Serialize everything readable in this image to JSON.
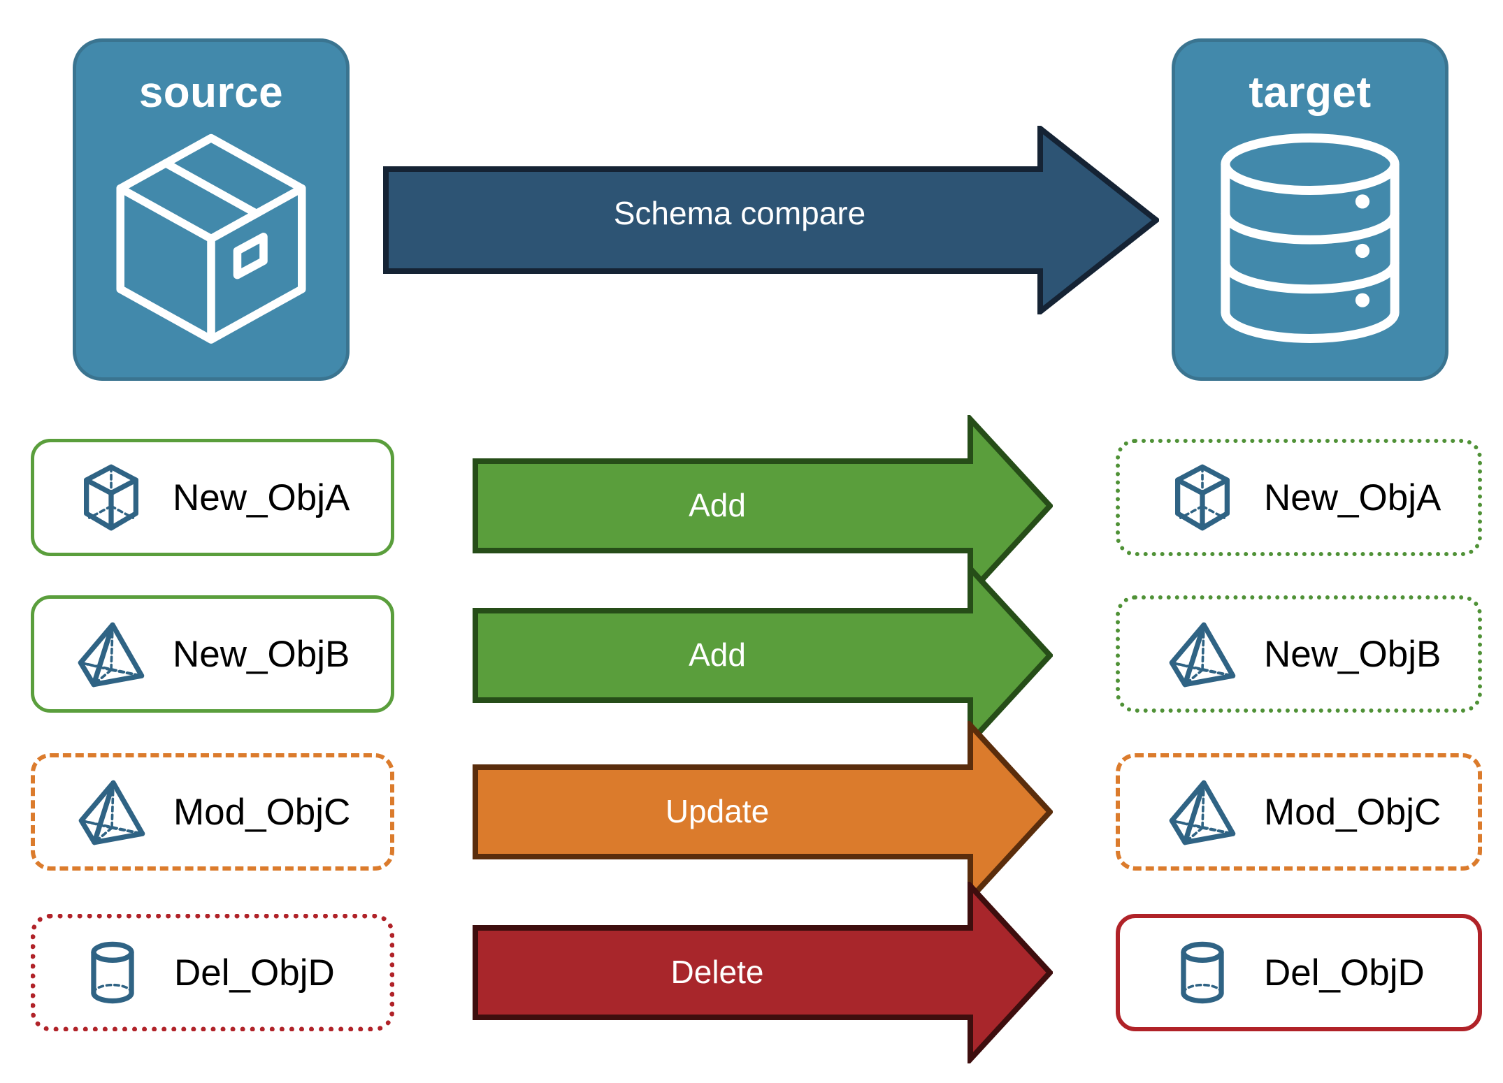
{
  "diagram": {
    "title_alt": "Schema compare between source and target",
    "endpoints": [
      {
        "id": "source",
        "label": "source",
        "icon": "package-box-icon"
      },
      {
        "id": "target",
        "label": "target",
        "icon": "database-cylinder-icon"
      }
    ],
    "main_arrow": {
      "label": "Schema compare",
      "fill": "#2D5474",
      "stroke": "#152334",
      "direction": "left-to-right"
    },
    "rows": [
      {
        "action": "Add",
        "source_label": "New_ObjA",
        "source_icon": "wireframe-cube-icon",
        "source_border_style": "solid",
        "source_border_color": "#5A9E3C",
        "target_label": "New_ObjA",
        "target_icon": "wireframe-cube-icon",
        "target_border_style": "dotted",
        "target_border_color": "#4F9136",
        "arrow_fill": "#5A9E3C",
        "arrow_stroke": "#264D18"
      },
      {
        "action": "Add",
        "source_label": "New_ObjB",
        "source_icon": "wireframe-pyramid-icon",
        "source_border_style": "solid",
        "source_border_color": "#5A9E3C",
        "target_label": "New_ObjB",
        "target_icon": "wireframe-pyramid-icon",
        "target_border_style": "dotted",
        "target_border_color": "#4F9136",
        "arrow_fill": "#5A9E3C",
        "arrow_stroke": "#264D18"
      },
      {
        "action": "Update",
        "source_label": "Mod_ObjC",
        "source_icon": "wireframe-pyramid-icon",
        "source_border_style": "dashed",
        "source_border_color": "#DB7B2C",
        "target_label": "Mod_ObjC",
        "target_icon": "wireframe-pyramid-icon",
        "target_border_style": "dashed",
        "target_border_color": "#DB7B2C",
        "arrow_fill": "#DB7B2C",
        "arrow_stroke": "#5A2D0C"
      },
      {
        "action": "Delete",
        "source_label": "Del_ObjD",
        "source_icon": "wireframe-cylinder-icon",
        "source_border_style": "dotted",
        "source_border_color": "#B02228",
        "target_label": "Del_ObjD",
        "target_icon": "wireframe-cylinder-icon",
        "target_border_style": "solid",
        "target_border_color": "#B02228",
        "arrow_fill": "#A8262B",
        "arrow_stroke": "#3E0E0E"
      }
    ],
    "colors": {
      "endpoint_fill": "#4289AB",
      "endpoint_stroke": "#3A7490",
      "icon_blue": "#2F6384",
      "background": "#ffffff",
      "text": "#000000",
      "arrow_text": "#ffffff"
    }
  }
}
